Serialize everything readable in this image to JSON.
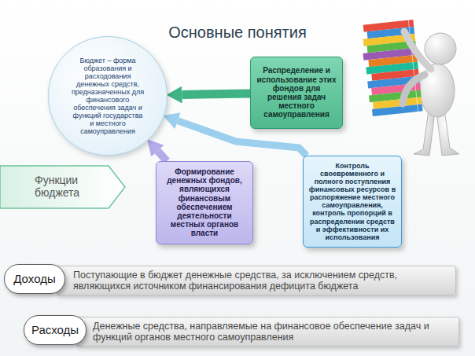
{
  "diagram": {
    "title": "Основные понятия",
    "nodes": [
      {
        "text": [
          "Бюджет – форма образования и расходования денежных средств, предназначенных для финансового обеспечения задач и функций государства и местного самоуправления"
        ]
      },
      {
        "text": [
          "Распределение и использование этих фондов для решения задач местного самоуправления"
        ]
      },
      {
        "text": [
          "Функции бюджета"
        ]
      },
      {
        "text": [
          "Формирование денежных фондов, являющихся финансовым обеспечением деятельности местных органов власти"
        ]
      },
      {
        "text": [
          "Контроль своевременного и полного поступления финансовых ресурсов в распоряжение местного самоуправления, контроль пропорций в распределении средств и эффективности их использования"
        ]
      },
      {
        "text": [
          "Доходы"
        ]
      },
      {
        "text": [
          "Поступающие в бюджет денежные средства, за исключением средств, являющихся источником финансирования дефицита бюджета"
        ]
      },
      {
        "text": [
          "Расходы"
        ]
      },
      {
        "text": [
          "Денежные средства, направляемые на финансовое обеспечение задач и функций органов местного самоуправления"
        ]
      }
    ],
    "edges": [
      {
        "from": 1,
        "to": 0,
        "arrow": "to"
      },
      {
        "from": 3,
        "to": 0,
        "arrow": "to"
      },
      {
        "from": 4,
        "to": 0,
        "arrow": "to"
      }
    ]
  }
}
